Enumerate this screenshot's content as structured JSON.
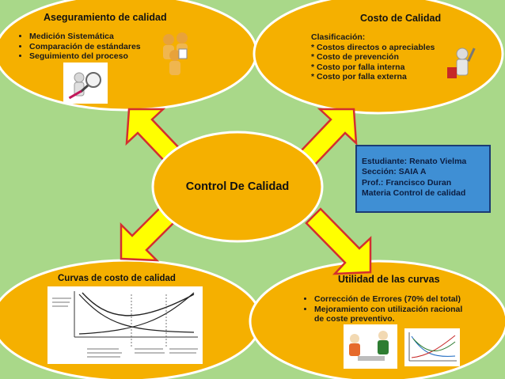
{
  "center": {
    "title": "Control De Calidad"
  },
  "nodes": {
    "aseguramiento": {
      "title": "Aseguramiento de calidad",
      "items": [
        "Medición Sistemática",
        "Comparación de estándares",
        "Seguimiento del proceso"
      ]
    },
    "costo": {
      "title": "Costo de Calidad",
      "lines": [
        "Clasificación:",
        "* Costos directos o apreciables",
        "* Costo de prevención",
        "* Costo por falla interna",
        "* Costo por falla externa"
      ]
    },
    "curvas": {
      "title": "Curvas de costo de calidad"
    },
    "utilidad": {
      "title": "Utilidad de las curvas",
      "items": [
        "Corrección de Errores (70% del total)",
        "Mejoramiento con utilización racional de coste preventivo."
      ]
    }
  },
  "student_info": [
    "Estudiante: Renato Vielma",
    "Sección: SAIA A",
    "Prof.: Francisco Duran",
    "Materia Control de calidad"
  ],
  "colors": {
    "background": "#a9d889",
    "ellipse_fill": "#f5b000",
    "ellipse_stroke": "#ffffff",
    "arrow_fill": "#ffff00",
    "arrow_stroke": "#d32f2f",
    "info_box": "#3f8fd4"
  },
  "icons": {
    "aseguramiento": "magnifier-figure-icon",
    "costo": "toolbox-figure-icon",
    "utilidad": "accountants-figure-icon"
  }
}
